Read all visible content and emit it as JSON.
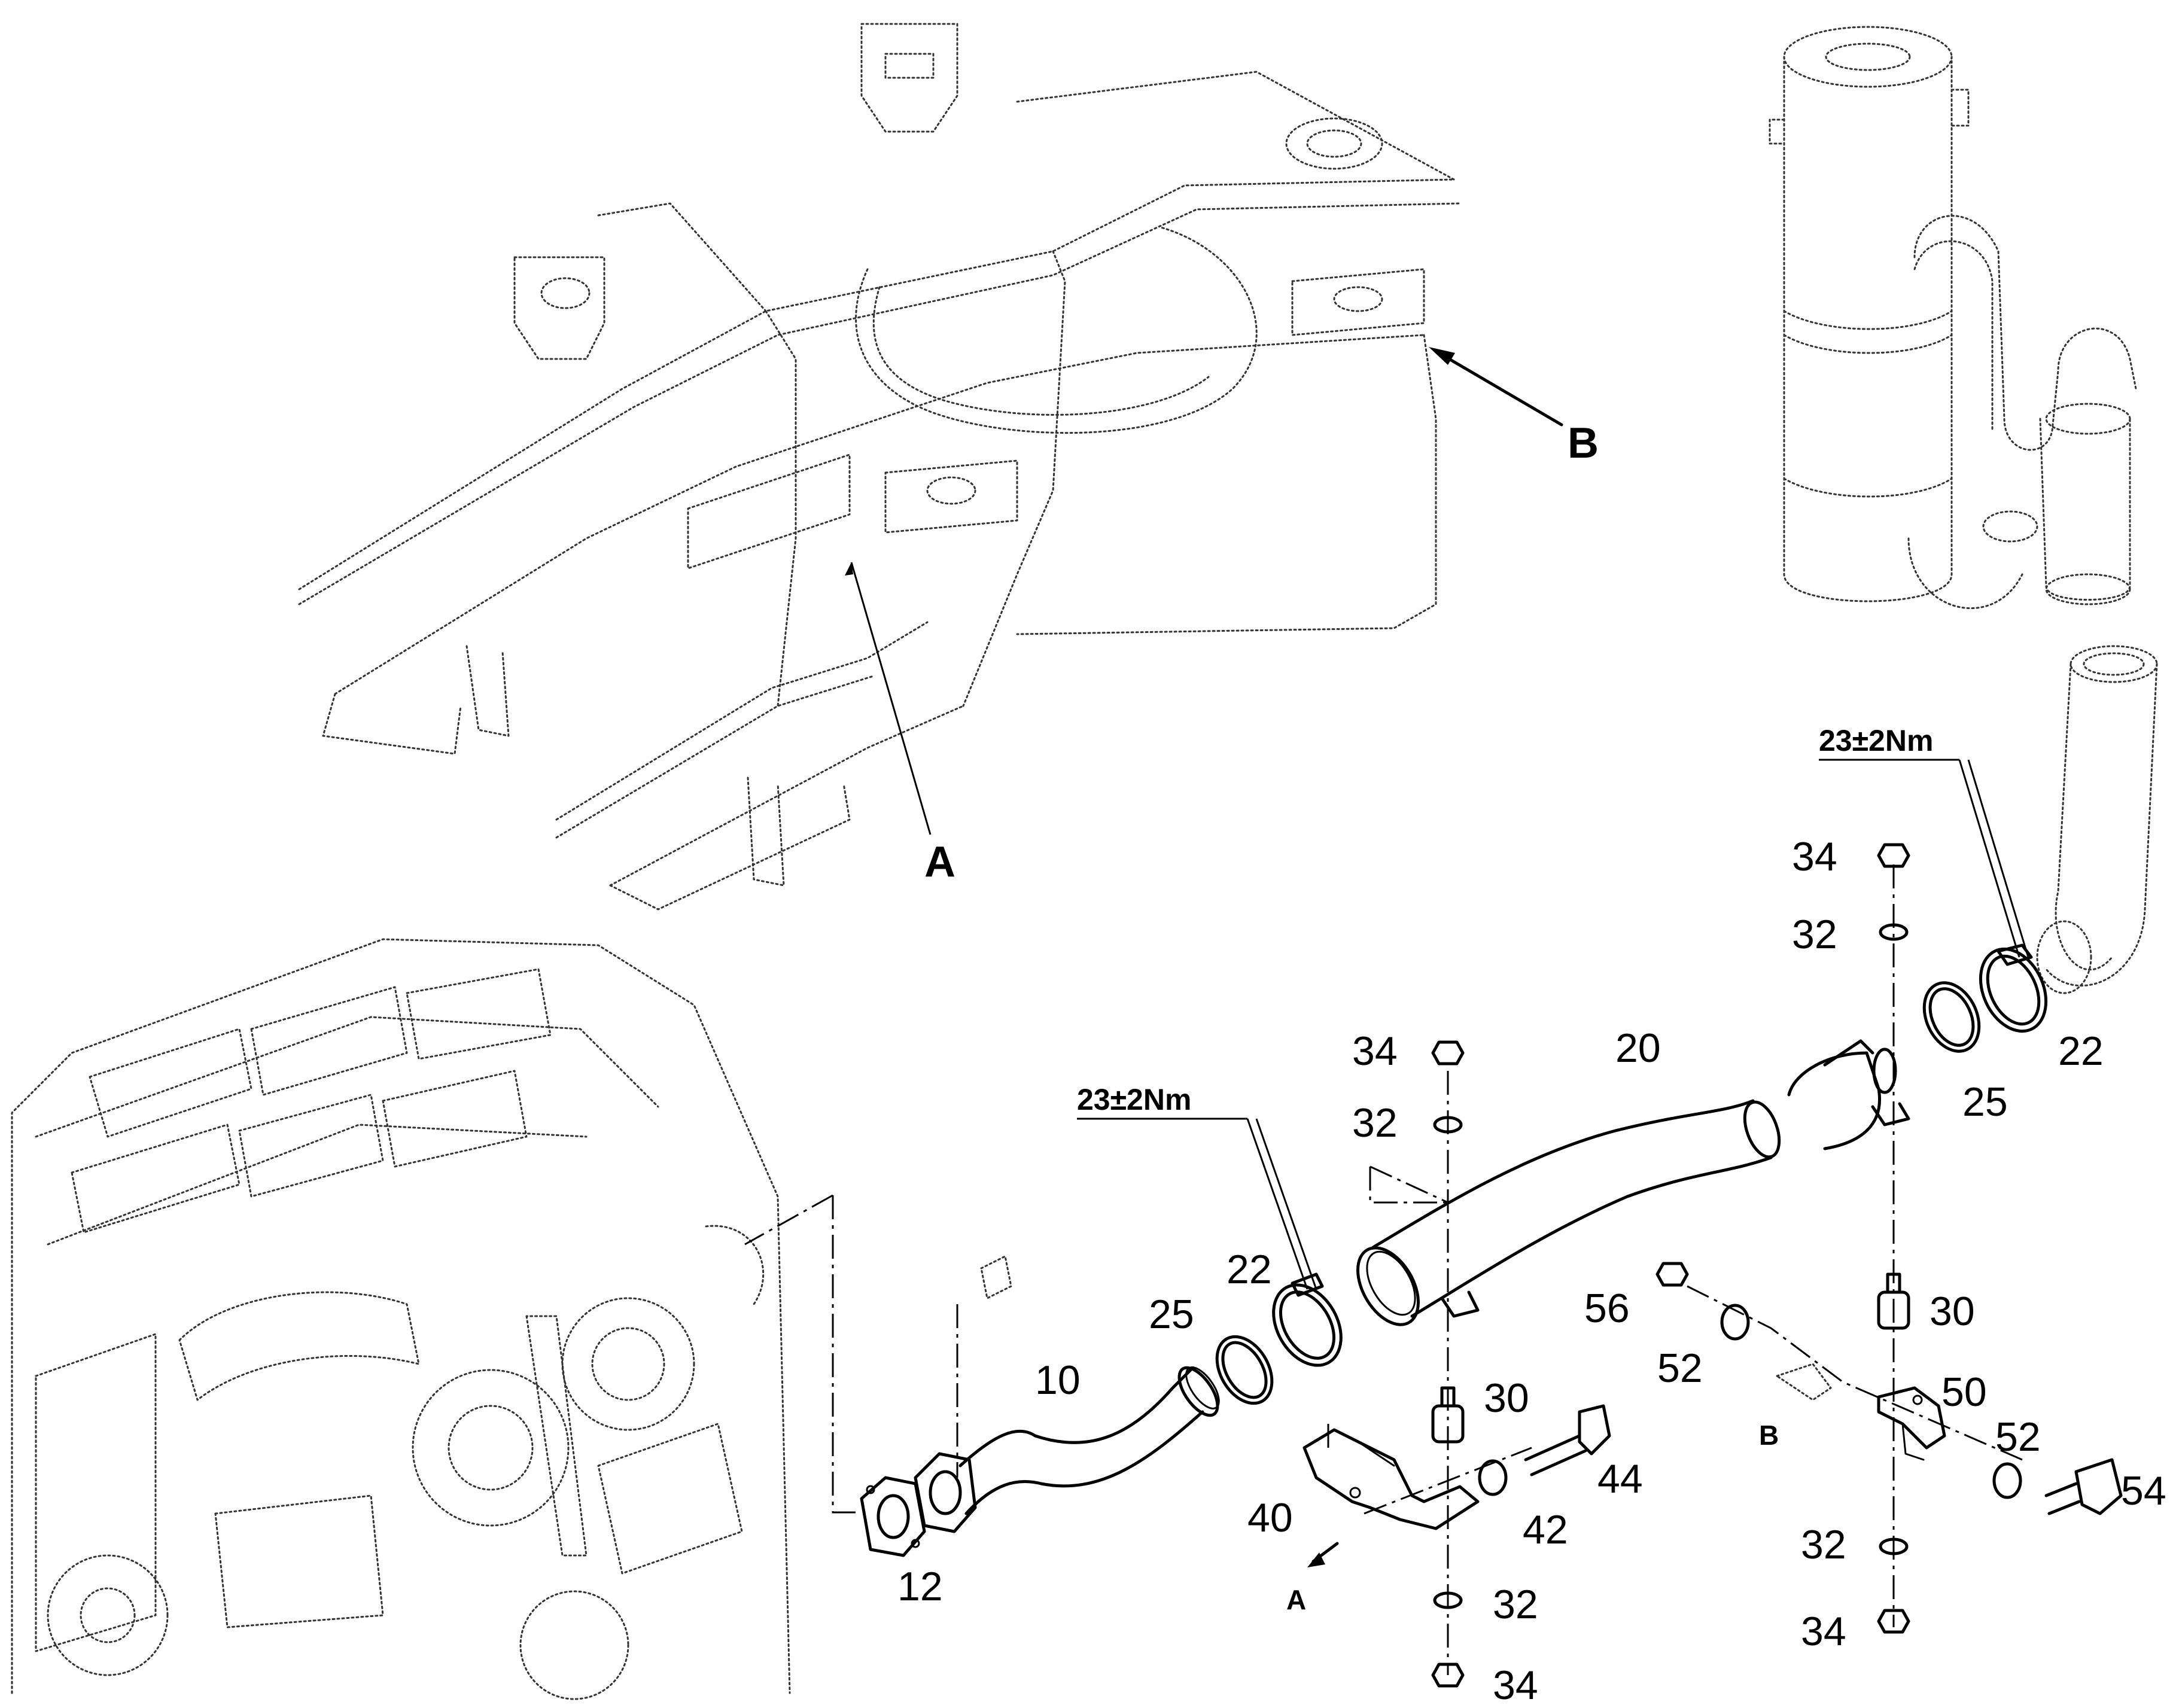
{
  "callouts": {
    "c34_a": "34",
    "c32_a": "32",
    "c22_a": "22",
    "c25_a": "25",
    "c34_b": "34",
    "c32_b": "32",
    "c20": "20",
    "c22_b": "22",
    "c25_b": "25",
    "c10": "10",
    "c30_a": "30",
    "c56": "56",
    "c30_b": "30",
    "c52_a": "52",
    "c50": "50",
    "c40": "40",
    "c42": "42",
    "c44": "44",
    "c52_b": "52",
    "c54": "54",
    "c12": "12",
    "c32_c": "32",
    "c32_d": "32",
    "c34_c": "34",
    "c34_d": "34"
  },
  "view_labels": {
    "a_main": "A",
    "b_main": "B",
    "a_small": "A",
    "b_small": "B"
  },
  "torque": {
    "upper": "23±2Nm",
    "lower": "23±2Nm"
  },
  "icons": [
    "chassis-frame-drawing",
    "engine-drawing",
    "muffler-drawing",
    "exhaust-pipe-assembly"
  ]
}
